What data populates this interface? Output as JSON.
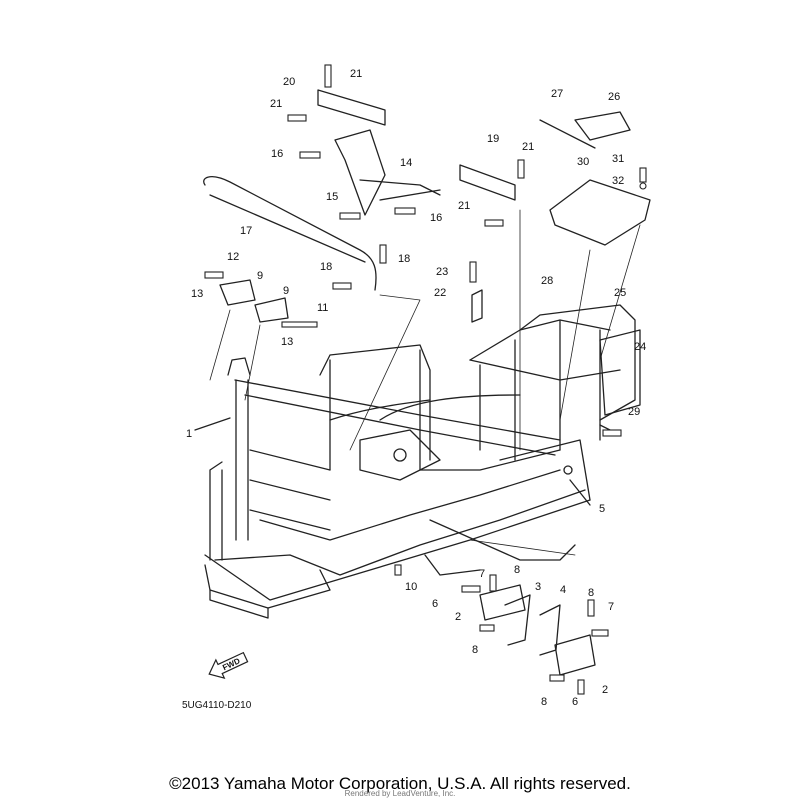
{
  "diagram": {
    "callouts": [
      "1",
      "2",
      "2",
      "3",
      "4",
      "5",
      "6",
      "6",
      "7",
      "7",
      "8",
      "8",
      "8",
      "8",
      "9",
      "9",
      "10",
      "11",
      "12",
      "13",
      "13",
      "14",
      "15",
      "16",
      "16",
      "17",
      "18",
      "18",
      "19",
      "20",
      "21",
      "21",
      "21",
      "21",
      "22",
      "23",
      "24",
      "25",
      "26",
      "27",
      "28",
      "29",
      "30",
      "31",
      "32"
    ],
    "fwd_label": "FWD",
    "diagram_code": "5UG4110-D210"
  },
  "footer": {
    "copyright": "©2013 Yamaha Motor Corporation, U.S.A. All rights reserved.",
    "rendered_by": "Rendered by LeadVenture, Inc."
  },
  "colors": {
    "line": "#222222",
    "background": "#ffffff"
  }
}
